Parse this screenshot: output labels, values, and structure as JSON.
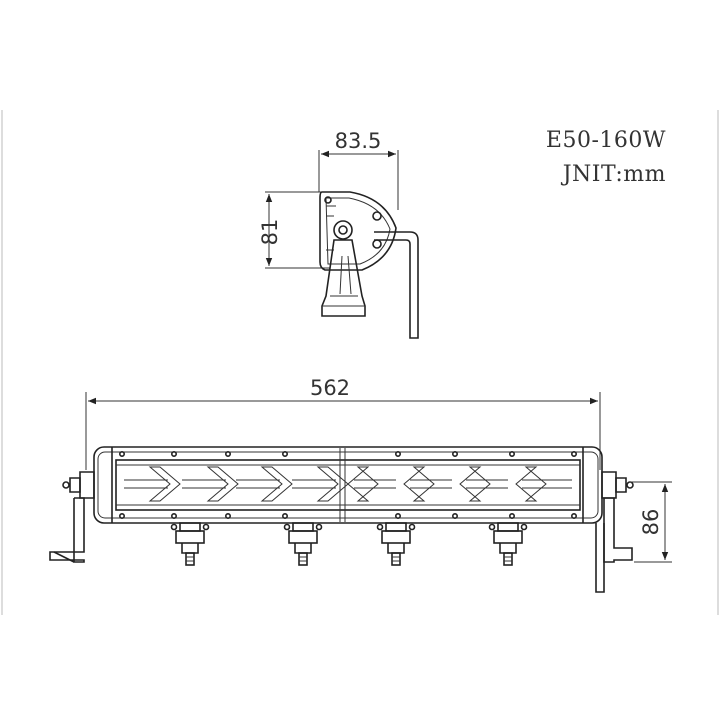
{
  "model": "E50-160W",
  "unit": "JNIT:mm",
  "dimensions": {
    "side_width": "83.5",
    "side_height": "81",
    "total_length": "562",
    "bracket_height": "86"
  },
  "colors": {
    "ink": "#222222",
    "background": "#ffffff"
  }
}
